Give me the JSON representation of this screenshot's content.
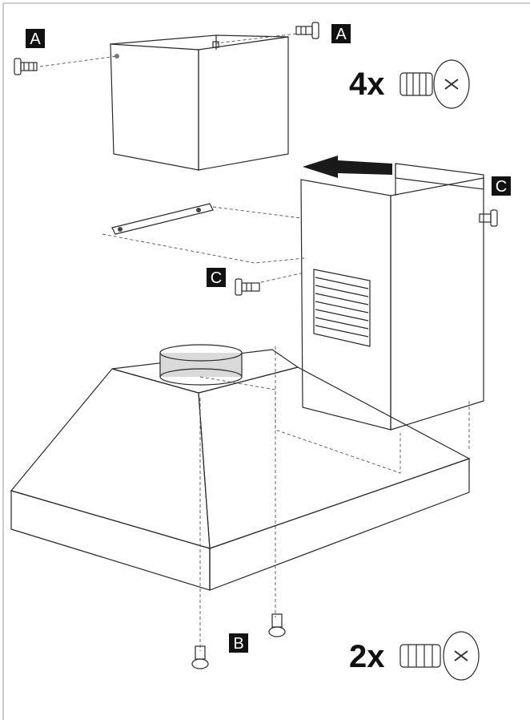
{
  "labels": {
    "top_left": "A",
    "top_right": "A",
    "right": "C",
    "middle": "C",
    "bottom": "B"
  },
  "quantities": {
    "upper": "4x",
    "lower": "2x"
  },
  "colors": {
    "panel": "#e6e6e6",
    "panel_dark": "#cfcfcf",
    "panel_light": "#f2f2f2",
    "outline": "#2a2a2a",
    "label_bg": "#111111"
  },
  "icons": [
    "screw-icon",
    "arrow-icon",
    "vent-grille-icon"
  ]
}
